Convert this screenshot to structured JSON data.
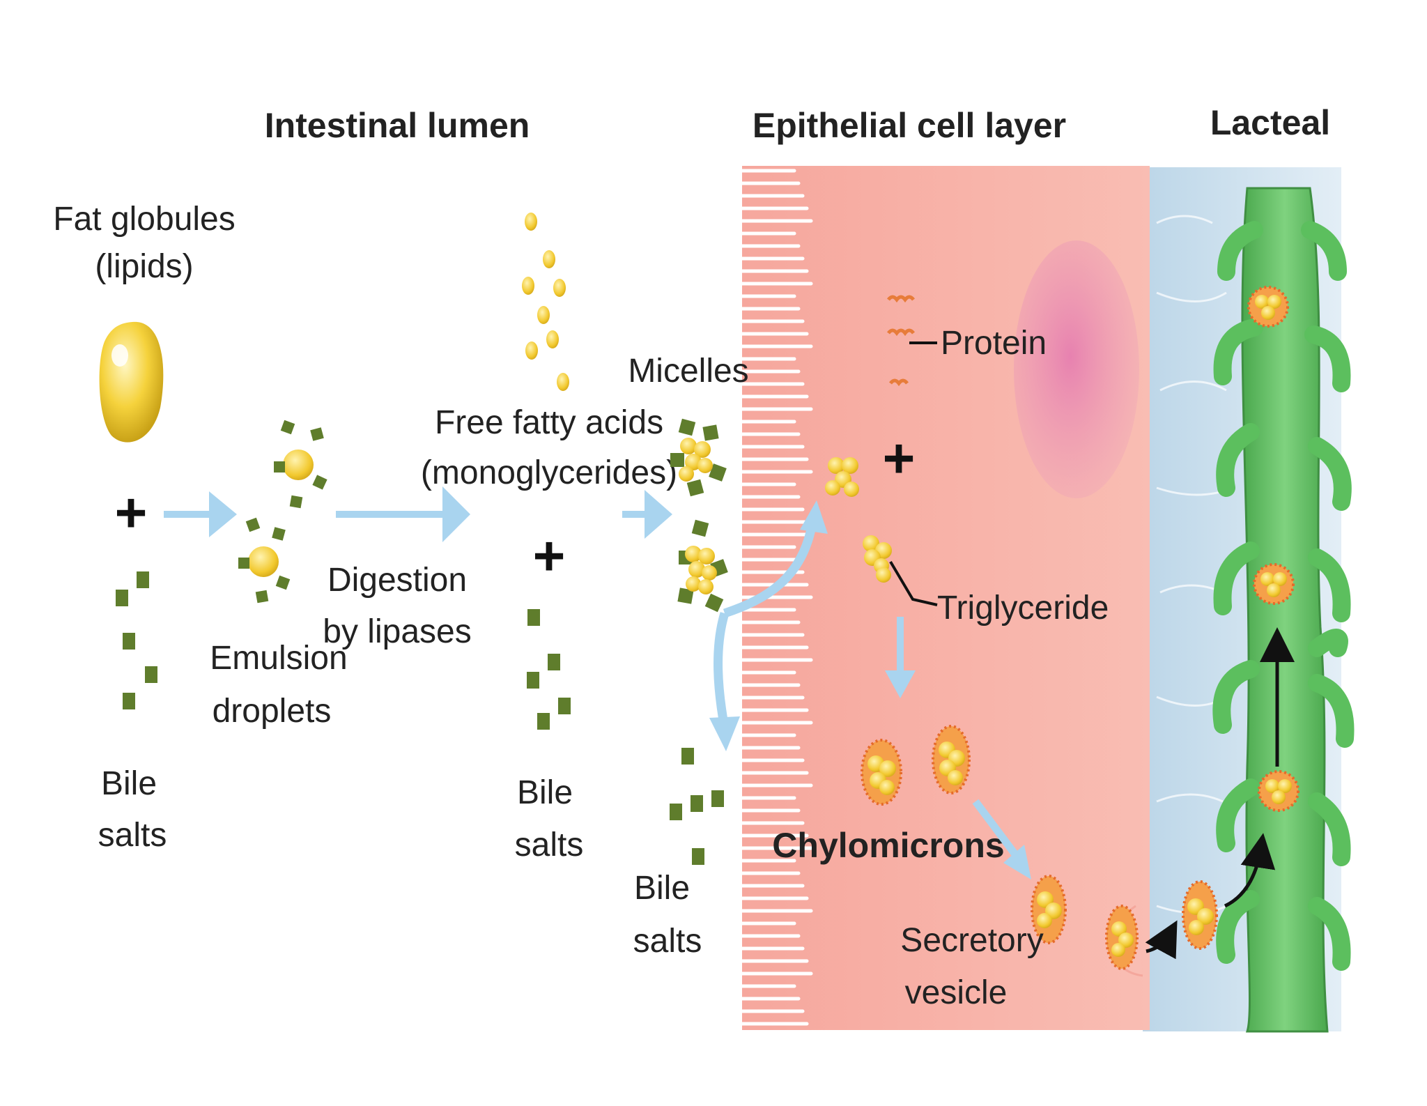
{
  "headers": {
    "lumen": "Intestinal lumen",
    "epithelium": "Epithelial cell layer",
    "lacteal": "Lacteal"
  },
  "labels": {
    "fat_globules": [
      "Fat globules",
      "(lipids)"
    ],
    "bile_salts_1": [
      "Bile",
      "salts"
    ],
    "emulsion": [
      "Emulsion",
      "droplets"
    ],
    "digestion": [
      "Digestion",
      "by lipases"
    ],
    "free_fatty_acids": [
      "Free fatty acids",
      "(monoglycerides)"
    ],
    "bile_salts_2": [
      "Bile",
      "salts"
    ],
    "micelles": "Micelles",
    "bile_salts_3": [
      "Bile",
      "salts"
    ],
    "protein": "Protein",
    "triglyceride": "Triglyceride",
    "chylomicrons": "Chylomicrons",
    "secretory": [
      "Secretory",
      "vesicle"
    ]
  },
  "symbols": {
    "plus": "+"
  },
  "colors": {
    "lipid_yellow": "#f3cf3a",
    "bile_green": "#5f7d2c",
    "flow_arrow": "#a9d4ef",
    "cell_pink": "#f7b3aa",
    "nucleus": "#e48ab3",
    "lumen_blue": "#cfe2ef",
    "lacteal_green": "#5cbf5e",
    "vesicle_orange": "#f08a3c"
  }
}
